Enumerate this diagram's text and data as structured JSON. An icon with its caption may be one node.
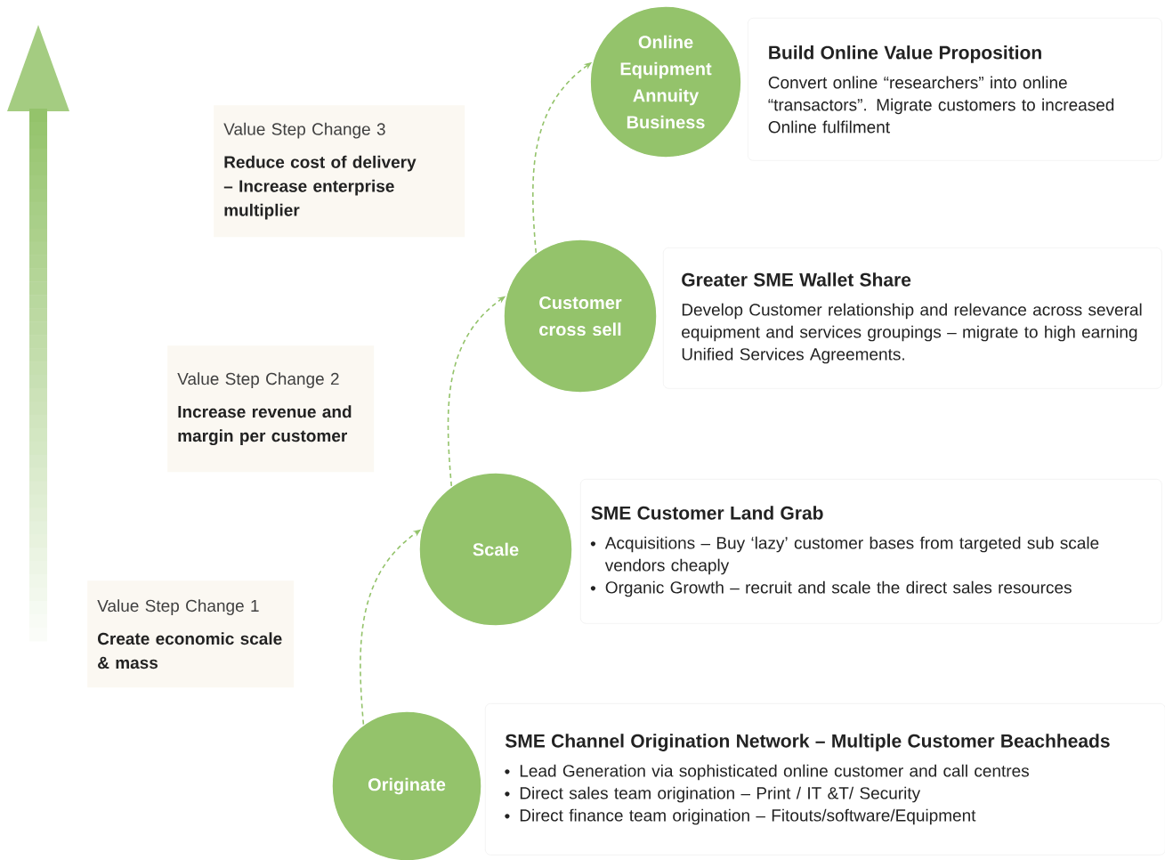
{
  "diagram": {
    "nodes": [
      {
        "text": [
          "Online Equipment Annuity Business"
        ]
      },
      {
        "text": [
          "Build Online Value Proposition",
          "Convert online “researchers” into online “transactors”. Migrate customers to increased Online fulfilment"
        ]
      },
      {
        "text": [
          "Value Step Change 3",
          "Reduce cost of delivery – Increase enterprise multiplier"
        ]
      },
      {
        "text": [
          "Customer cross sell"
        ]
      },
      {
        "text": [
          "Greater SME Wallet Share",
          "Develop Customer relationship and relevance across several equipment and services groupings – migrate to high earning Unified Services Agreements."
        ]
      },
      {
        "text": [
          "Value Step Change 2",
          "Increase revenue and margin per customer"
        ]
      },
      {
        "text": [
          "Scale"
        ]
      },
      {
        "text": [
          "SME Customer Land Grab",
          "Acquisitions – Buy ‘lazy’ customer bases from targeted sub scale vendors cheaply",
          "Organic Growth – recruit and scale the direct sales resources"
        ]
      },
      {
        "text": [
          "Value Step Change 1",
          "Create economic scale & mass"
        ]
      },
      {
        "text": [
          "Originate"
        ]
      },
      {
        "text": [
          "SME Channel Origination Network – Multiple Customer Beachheads",
          "Lead Generation via sophisticated online customer  and call centres",
          "Direct sales team origination – Print / IT &T/ Security",
          "Direct finance team origination – Fitouts/software/Equipment"
        ]
      }
    ],
    "edges": [
      {
        "from": 9,
        "to": 6,
        "arrow": "to",
        "style": "dashed"
      },
      {
        "from": 6,
        "to": 3,
        "arrow": "to",
        "style": "dashed"
      },
      {
        "from": 3,
        "to": 0,
        "arrow": "to",
        "style": "dashed"
      }
    ]
  }
}
